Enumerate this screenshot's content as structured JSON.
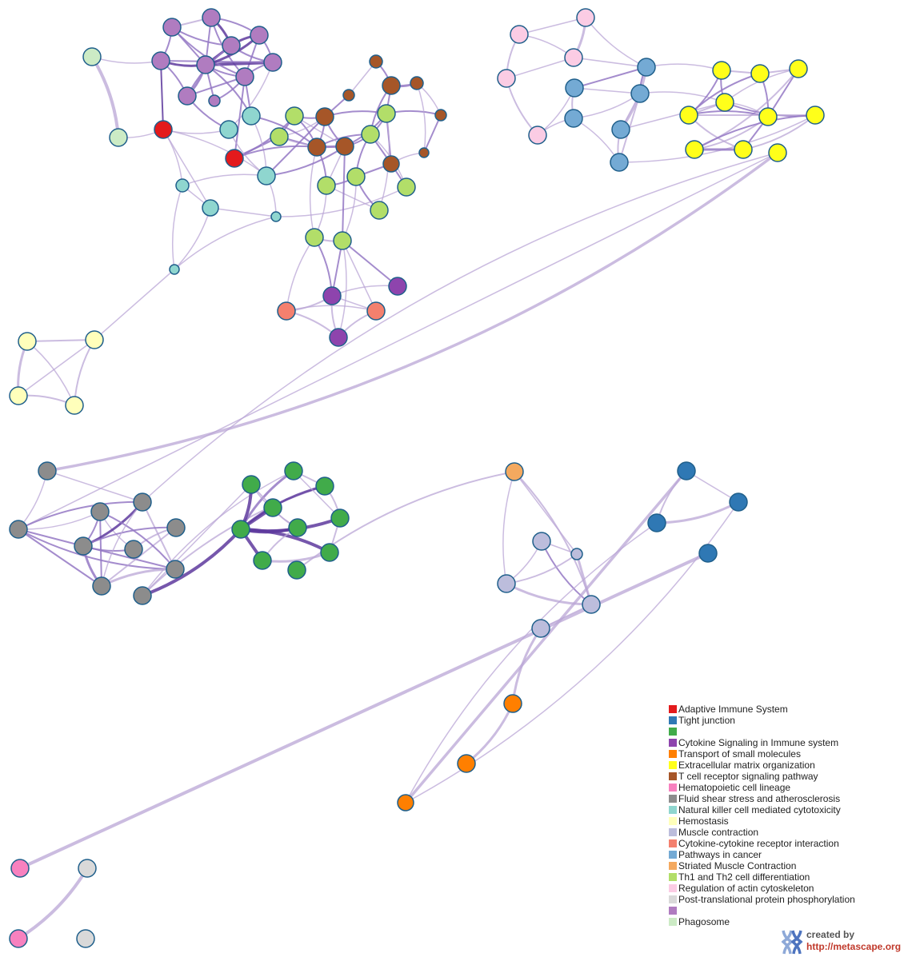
{
  "legend": [
    {
      "label": "Adaptive Immune System",
      "color": "#e31a1c"
    },
    {
      "label": "Tight junction",
      "color": "#2f78b4"
    },
    {
      "label": "",
      "color": "#41ab4a"
    },
    {
      "label": "Cytokine Signaling in Immune system",
      "color": "#8e44ad"
    },
    {
      "label": "Transport of small molecules",
      "color": "#ff7f00"
    },
    {
      "label": "Extracellular matrix organization",
      "color": "#ffff1a"
    },
    {
      "label": "T cell receptor signaling pathway",
      "color": "#a65628"
    },
    {
      "label": "Hematopoietic cell lineage",
      "color": "#f781bf"
    },
    {
      "label": "Fluid shear stress and atherosclerosis",
      "color": "#8c8c8c"
    },
    {
      "label": "Natural killer cell mediated cytotoxicity",
      "color": "#8fd6cf"
    },
    {
      "label": "Hemostasis",
      "color": "#ffffbb"
    },
    {
      "label": "Muscle contraction",
      "color": "#bcbddc"
    },
    {
      "label": "Cytokine-cytokine receptor interaction",
      "color": "#f4806e"
    },
    {
      "label": "Pathways in cancer",
      "color": "#74aad4"
    },
    {
      "label": "Striated Muscle Contraction",
      "color": "#f4a95f"
    },
    {
      "label": "Th1 and Th2 cell differentiation",
      "color": "#b2de69"
    },
    {
      "label": "Regulation of actin cytoskeleton",
      "color": "#fbcce4"
    },
    {
      "label": "Post-translational protein phosphorylation",
      "color": "#d9d9d9"
    },
    {
      "label": "",
      "color": "#b07cc0"
    },
    {
      "label": "Phagosome",
      "color": "#ccebc5"
    }
  ],
  "credit": {
    "created_by": "created by",
    "url": "http://metascape.org"
  }
}
